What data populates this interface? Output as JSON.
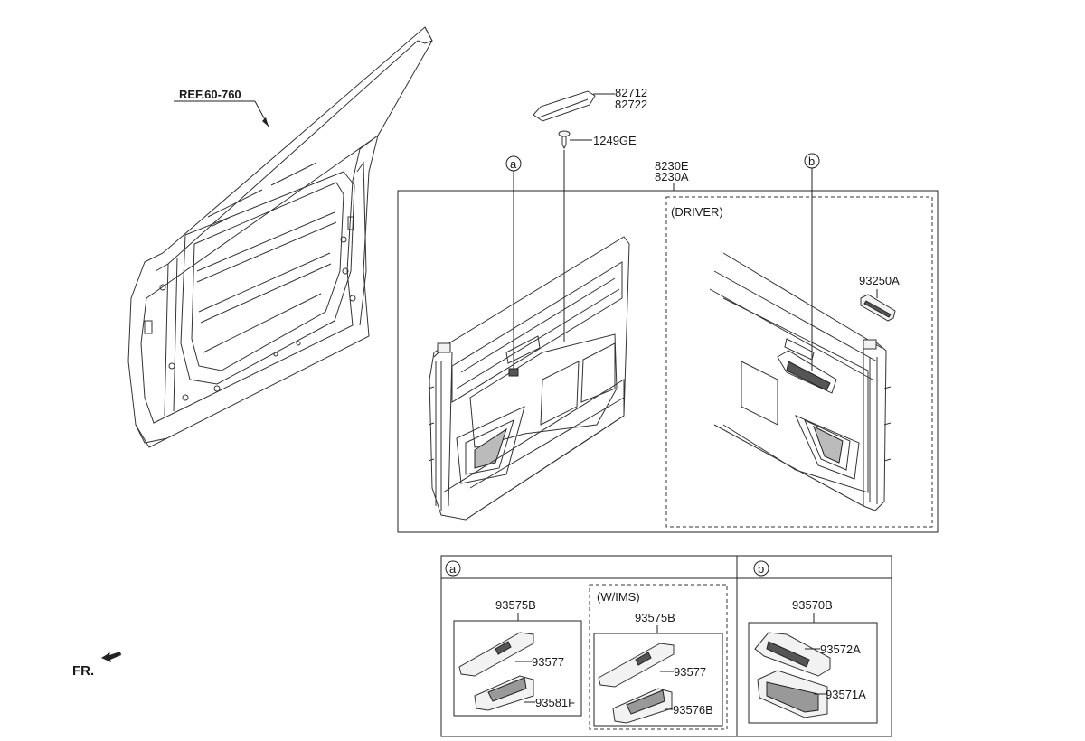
{
  "labels": {
    "ref": "REF.60-760",
    "p82712": "82712",
    "p82722": "82722",
    "p1249GE": "1249GE",
    "p8230E": "8230E",
    "p8230A": "8230A",
    "driver": "(DRIVER)",
    "p93250A": "93250A",
    "callout_a": "a",
    "callout_b": "b",
    "fr": "FR.",
    "a_93575B": "93575B",
    "a_93577": "93577",
    "a_93581F": "93581F",
    "wims": "(W/IMS)",
    "w_93575B": "93575B",
    "w_93577": "93577",
    "w_93576B": "93576B",
    "b_93570B": "93570B",
    "b_93572A": "93572A",
    "b_93571A": "93571A"
  }
}
